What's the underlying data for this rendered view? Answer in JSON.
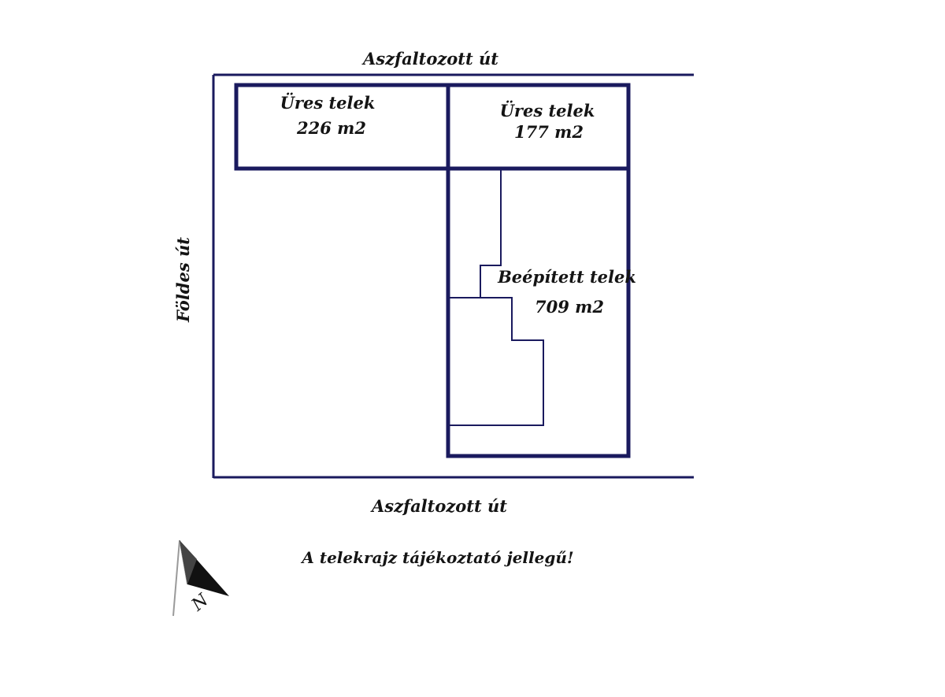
{
  "roads": {
    "top": "Aszfaltozott út",
    "bottom": "Aszfaltozott út",
    "left": "Földes út"
  },
  "plots": [
    {
      "name": "Üres telek",
      "area": "226 m2"
    },
    {
      "name": "Üres telek",
      "area": "177 m2"
    },
    {
      "name": "Beépített telek",
      "area": "709 m2"
    }
  ],
  "note": "A telekrajz tájékoztató jellegű!",
  "compass": {
    "label": "N",
    "icon": "north-arrow-icon"
  },
  "colors": {
    "line": "#1a1a5e",
    "text": "#141414"
  }
}
